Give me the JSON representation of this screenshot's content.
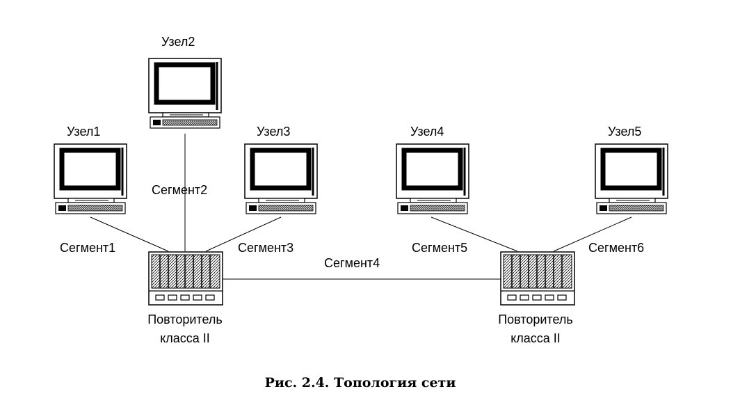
{
  "nodes": [
    {
      "label": "Узел1"
    },
    {
      "label": "Узел2"
    },
    {
      "label": "Узел3"
    },
    {
      "label": "Узел4"
    },
    {
      "label": "Узел5"
    }
  ],
  "segments": [
    {
      "label": "Сегмент1"
    },
    {
      "label": "Сегмент2"
    },
    {
      "label": "Сегмент3"
    },
    {
      "label": "Сегмент4"
    },
    {
      "label": "Сегмент5"
    },
    {
      "label": "Сегмент6"
    }
  ],
  "repeaters": [
    {
      "label_line1": "Повторитель",
      "label_line2": "класса II"
    },
    {
      "label_line1": "Повторитель",
      "label_line2": "класса II"
    }
  ],
  "caption": "Рис. 2.4. Топология сети"
}
